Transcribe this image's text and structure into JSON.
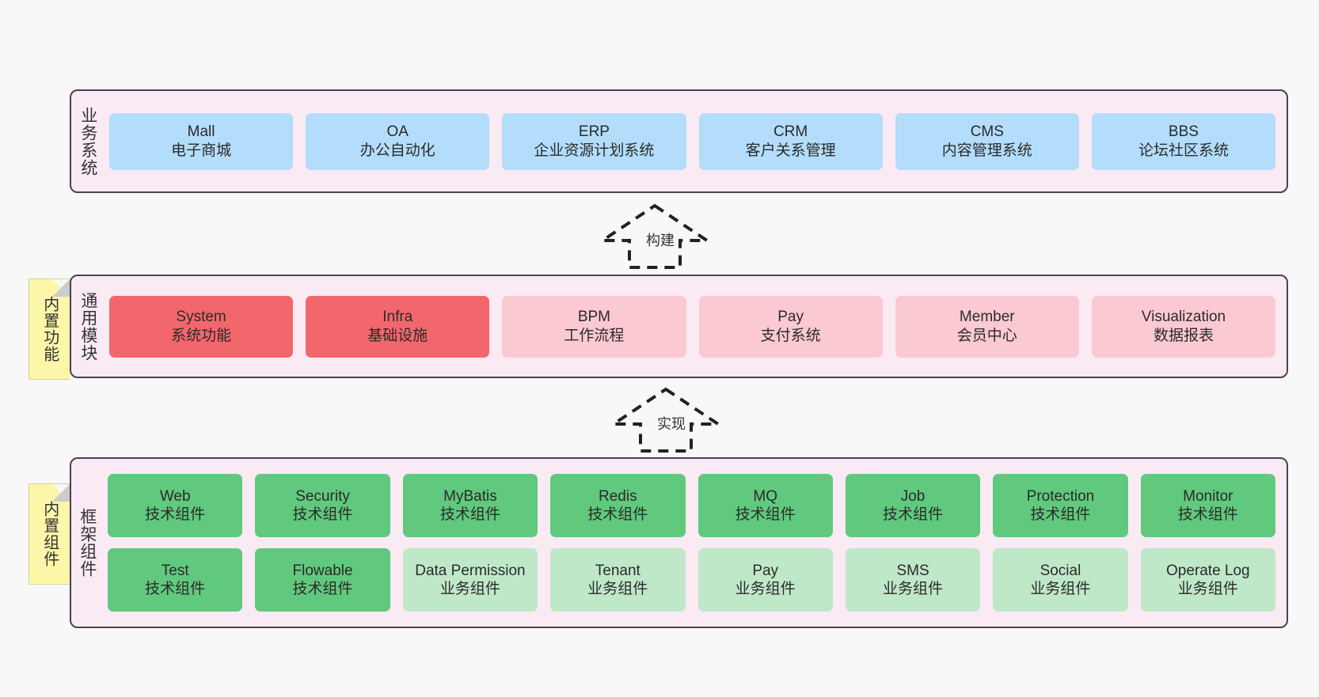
{
  "diagram": {
    "background_color": "#f8f8f8",
    "panel_color": "#faeaf4",
    "panel_border_color": "#4a4250",
    "note_color": "#fcf7a8"
  },
  "layers": [
    {
      "id": "business",
      "title": "业务系统",
      "rows": [
        {
          "cells": [
            {
              "en": "Mall",
              "cn": "电子商城",
              "color": "#b3ddfb",
              "variant": "c-blue"
            },
            {
              "en": "OA",
              "cn": "办公自动化",
              "color": "#b3ddfb",
              "variant": "c-blue"
            },
            {
              "en": "ERP",
              "cn": "企业资源计划系统",
              "color": "#b3ddfb",
              "variant": "c-blue"
            },
            {
              "en": "CRM",
              "cn": "客户关系管理",
              "color": "#b3ddfb",
              "variant": "c-blue"
            },
            {
              "en": "CMS",
              "cn": "内容管理系统",
              "color": "#b3ddfb",
              "variant": "c-blue"
            },
            {
              "en": "BBS",
              "cn": "论坛社区系统",
              "color": "#b3ddfb",
              "variant": "c-blue"
            }
          ]
        }
      ]
    },
    {
      "id": "common",
      "title": "通用模块",
      "note": "内置功能",
      "rows": [
        {
          "cells": [
            {
              "en": "System",
              "cn": "系统功能",
              "color": "#f2676c",
              "variant": "c-red"
            },
            {
              "en": "Infra",
              "cn": "基础设施",
              "color": "#f2676c",
              "variant": "c-red"
            },
            {
              "en": "BPM",
              "cn": "工作流程",
              "color": "#fbc9d2",
              "variant": "c-pink"
            },
            {
              "en": "Pay",
              "cn": "支付系统",
              "color": "#fbc9d2",
              "variant": "c-pink"
            },
            {
              "en": "Member",
              "cn": "会员中心",
              "color": "#fbc9d2",
              "variant": "c-pink"
            },
            {
              "en": "Visualization",
              "cn": "数据报表",
              "color": "#fbc9d2",
              "variant": "c-pink"
            }
          ]
        }
      ]
    },
    {
      "id": "framework",
      "title": "框架组件",
      "note": "内置组件",
      "rows": [
        {
          "cells": [
            {
              "en": "Web",
              "cn": "技术组件",
              "color": "#60c97e",
              "variant": "c-green"
            },
            {
              "en": "Security",
              "cn": "技术组件",
              "color": "#60c97e",
              "variant": "c-green"
            },
            {
              "en": "MyBatis",
              "cn": "技术组件",
              "color": "#60c97e",
              "variant": "c-green"
            },
            {
              "en": "Redis",
              "cn": "技术组件",
              "color": "#60c97e",
              "variant": "c-green"
            },
            {
              "en": "MQ",
              "cn": "技术组件",
              "color": "#60c97e",
              "variant": "c-green"
            },
            {
              "en": "Job",
              "cn": "技术组件",
              "color": "#60c97e",
              "variant": "c-green"
            },
            {
              "en": "Protection",
              "cn": "技术组件",
              "color": "#60c97e",
              "variant": "c-green"
            },
            {
              "en": "Monitor",
              "cn": "技术组件",
              "color": "#60c97e",
              "variant": "c-green"
            }
          ]
        },
        {
          "cells": [
            {
              "en": "Test",
              "cn": "技术组件",
              "color": "#60c97e",
              "variant": "c-green"
            },
            {
              "en": "Flowable",
              "cn": "技术组件",
              "color": "#60c97e",
              "variant": "c-green"
            },
            {
              "en": "Data Permission",
              "cn": "业务组件",
              "color": "#bfe8c9",
              "variant": "c-greenlite"
            },
            {
              "en": "Tenant",
              "cn": "业务组件",
              "color": "#bfe8c9",
              "variant": "c-greenlite"
            },
            {
              "en": "Pay",
              "cn": "业务组件",
              "color": "#bfe8c9",
              "variant": "c-greenlite"
            },
            {
              "en": "SMS",
              "cn": "业务组件",
              "color": "#bfe8c9",
              "variant": "c-greenlite"
            },
            {
              "en": "Social",
              "cn": "业务组件",
              "color": "#bfe8c9",
              "variant": "c-greenlite"
            },
            {
              "en": "Operate Log",
              "cn": "业务组件",
              "color": "#bfe8c9",
              "variant": "c-greenlite"
            }
          ]
        }
      ]
    }
  ],
  "arrows": [
    {
      "id": "build",
      "label": "构建",
      "from": "common",
      "to": "business",
      "style": "dashed-hollow-up"
    },
    {
      "id": "impl",
      "label": "实现",
      "from": "framework",
      "to": "common",
      "style": "dashed-hollow-up"
    }
  ]
}
